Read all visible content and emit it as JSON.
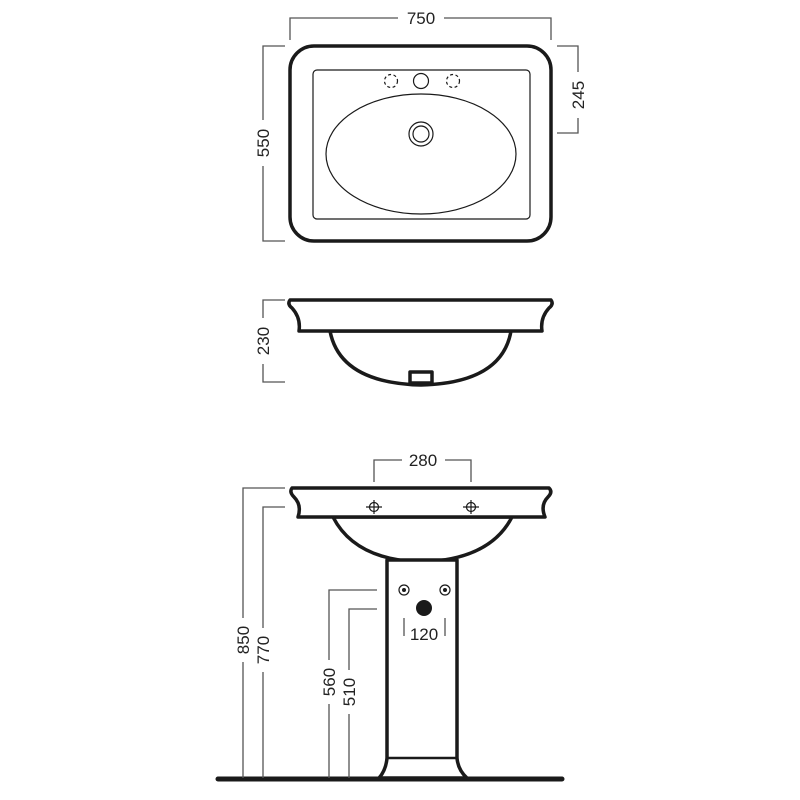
{
  "title": "Washbasin with pedestal technical drawing",
  "views": {
    "top": {
      "width_label": "750",
      "depth_label": "550",
      "tap_depth_label": "245"
    },
    "side": {
      "height_label": "230"
    },
    "front": {
      "tap_spacing_label": "280",
      "total_height_label": "850",
      "rim_height_label": "770",
      "supply_height_label": "560",
      "waste_height_label": "510",
      "supply_spacing_label": "120"
    }
  },
  "colors": {
    "outline": "#1a1a1a",
    "dimension": "#555555"
  }
}
